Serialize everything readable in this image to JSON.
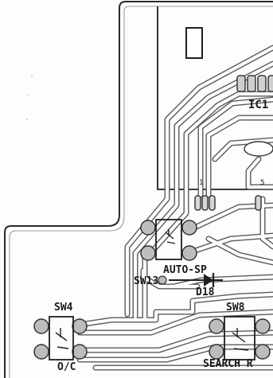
{
  "labels": {
    "ic": "IC1",
    "pin1": "1",
    "pin5": "5",
    "auto_sp": "AUTO-SP",
    "sw13": "SW13",
    "d18": "D18",
    "sw4": "SW4",
    "sw8": "SW8",
    "oc": "O/C",
    "search": "SEARCH R"
  }
}
